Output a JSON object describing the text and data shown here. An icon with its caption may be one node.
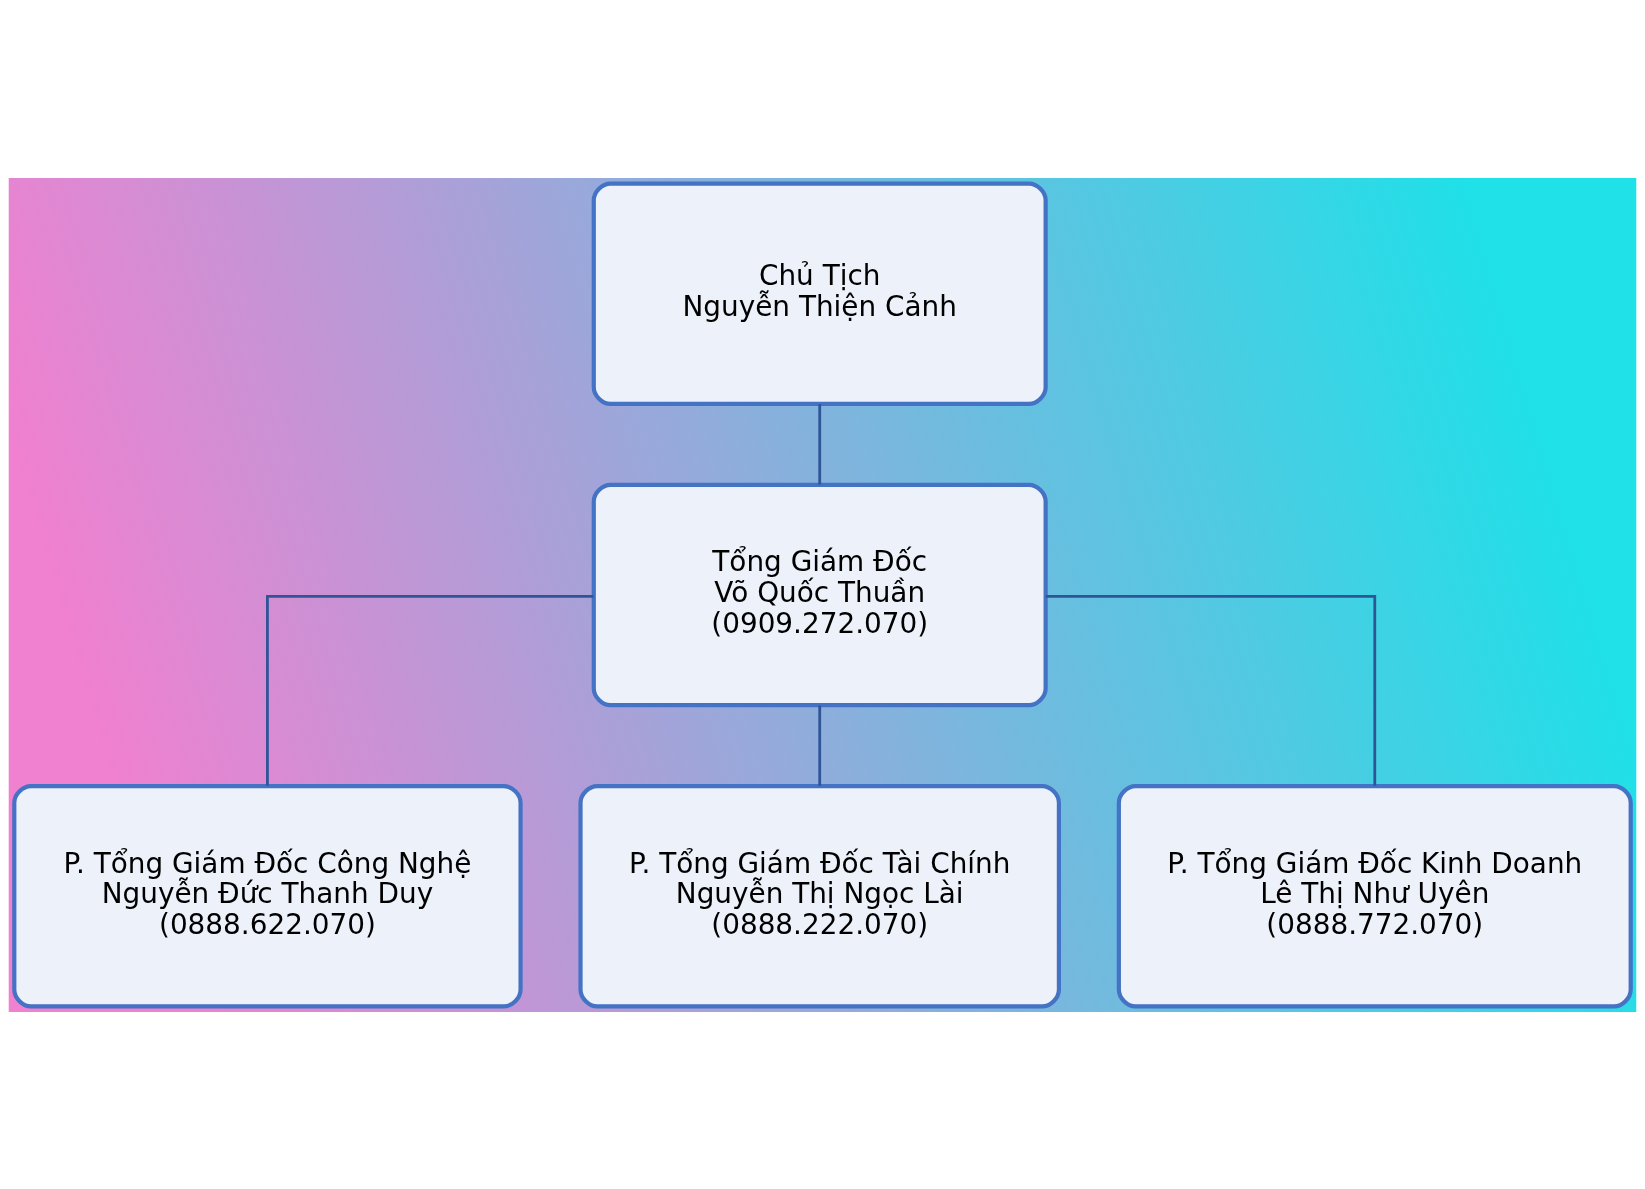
{
  "diagram": {
    "nodes": [
      {
        "text": [
          "Chủ Tịch",
          "Nguyễn Thiện Cảnh"
        ]
      },
      {
        "text": [
          "Tổng Giám Đốc",
          "Võ Quốc Thuần",
          "(0909.272.070)"
        ]
      },
      {
        "text": [
          "P. Tổng Giám Đốc Công Nghệ",
          "Nguyễn Đức Thanh Duy",
          "(0888.622.070)"
        ]
      },
      {
        "text": [
          "P. Tổng Giám Đốc Tài Chính",
          "Nguyễn Thị Ngọc Lài",
          "(0888.222.070)"
        ]
      },
      {
        "text": [
          "P. Tổng Giám Đốc Kinh Doanh",
          "Lê Thị Như Uyên",
          "(0888.772.070)"
        ]
      }
    ],
    "edges": [
      {
        "from": 0,
        "to": 1,
        "arrow": "none"
      },
      {
        "from": 1,
        "to": 2,
        "arrow": "none"
      },
      {
        "from": 1,
        "to": 3,
        "arrow": "none"
      },
      {
        "from": 1,
        "to": 4,
        "arrow": "none"
      }
    ]
  }
}
